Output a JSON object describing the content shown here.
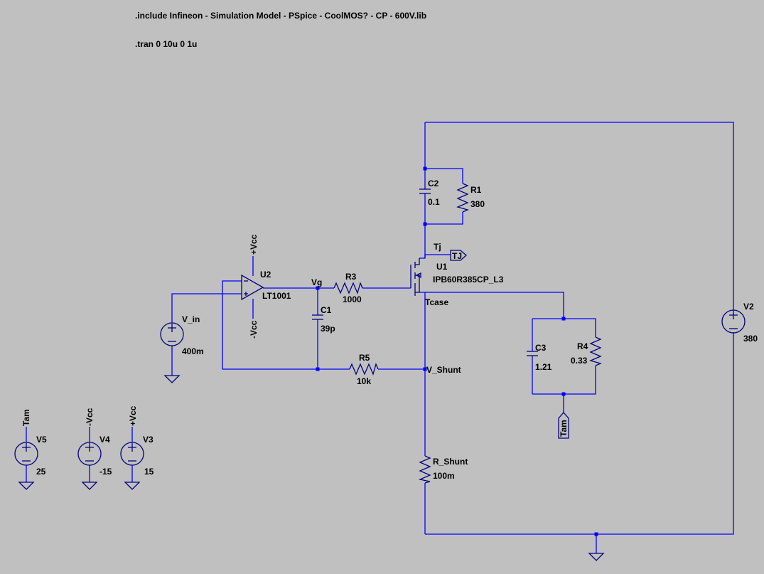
{
  "directives": {
    "include": ".include Infineon - Simulation Model - PSpice - CoolMOS? - CP - 600V.lib",
    "tran": ".tran 0 10u 0 1u"
  },
  "components": {
    "U2": {
      "ref": "U2",
      "model": "LT1001"
    },
    "U1": {
      "ref": "U1",
      "model": "IPB60R385CP_L3"
    },
    "R1": {
      "ref": "R1",
      "value": "380"
    },
    "R3": {
      "ref": "R3",
      "value": "1000"
    },
    "R4": {
      "ref": "R4",
      "value": "0.33"
    },
    "R5": {
      "ref": "R5",
      "value": "10k"
    },
    "R_Shunt": {
      "ref": "R_Shunt",
      "value": "100m"
    },
    "C1": {
      "ref": "C1",
      "value": "39p"
    },
    "C2": {
      "ref": "C2",
      "value": "0.1"
    },
    "C3": {
      "ref": "C3",
      "value": "1.21"
    },
    "V_in": {
      "ref": "V_in",
      "value": "400m"
    },
    "V2": {
      "ref": "V2",
      "value": "380"
    },
    "V3": {
      "ref": "V3",
      "value": "15"
    },
    "V4": {
      "ref": "V4",
      "value": "-15"
    },
    "V5": {
      "ref": "V5",
      "value": "25"
    }
  },
  "nets": {
    "vcc_pos": "+Vcc",
    "vcc_neg": "-Vcc",
    "vg": "Vg",
    "v_shunt": "V_Shunt",
    "tj": "Tj",
    "tcase": "Tcase",
    "tam": "Tam"
  },
  "ports": {
    "tj_port": "TJ"
  },
  "colors": {
    "background": "#c0c0c0",
    "wire": "#0000ff",
    "symbol": "#000080",
    "text": "#000000"
  }
}
